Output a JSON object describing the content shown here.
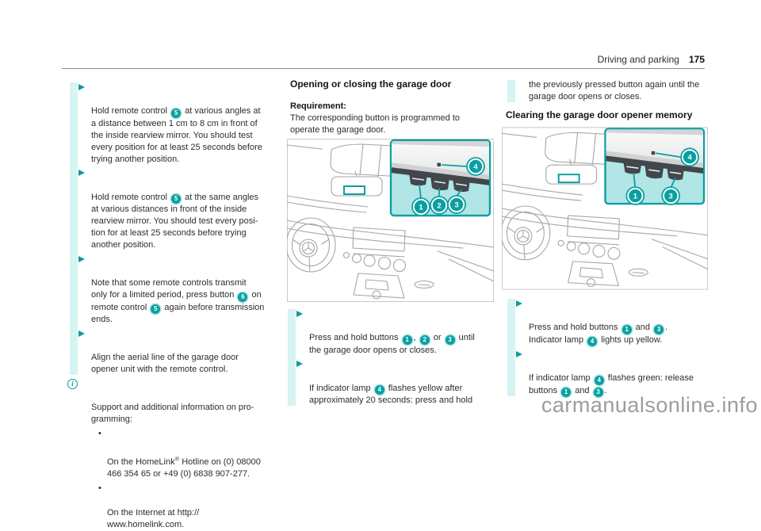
{
  "header": {
    "chapter": "Driving and parking",
    "page": "175"
  },
  "watermark": "carmanualsonline.info",
  "icons": {
    "info": "i",
    "bullet_dot": "•"
  },
  "colors": {
    "accent_teal": "#0a9b9d",
    "teal_light_fill": "#b2e5e5",
    "change_bar": "#d6f4f2",
    "line_art_gray": "#a6a6a6",
    "watermark_gray": "#9d9d9d"
  },
  "left": {
    "bullets": [
      {
        "segments": [
          {
            "t": "Hold remote control "
          },
          {
            "badge": "5"
          },
          {
            "t": " at various angles at\na distance between 1 cm to 8 cm in front of\nthe inside rearview mirror. You should test\nevery position for at least 25 seconds before\ntrying another position."
          }
        ]
      },
      {
        "segments": [
          {
            "t": "Hold remote control "
          },
          {
            "badge": "5"
          },
          {
            "t": " at the same angles\nat various distances in front of the inside\nrearview mirror. You should test every posi-\ntion for at least 25 seconds before trying\nanother position."
          }
        ]
      },
      {
        "segments": [
          {
            "t": "Note that some remote controls transmit\nonly for a limited period, press button "
          },
          {
            "badge": "6"
          },
          {
            "t": " on\nremote control "
          },
          {
            "badge": "5"
          },
          {
            "t": " again before transmission\nends."
          }
        ]
      },
      {
        "segments": [
          {
            "t": "Align the aerial line of the garage door\nopener unit with the remote control."
          }
        ]
      }
    ],
    "note": {
      "segments": [
        {
          "t": "Support and additional information on pro-\ngramming:"
        }
      ]
    },
    "note_items": [
      {
        "segments": [
          {
            "t": "On the HomeLink"
          },
          {
            "sup": "®"
          },
          {
            "t": " Hotline on (0) 08000\n466 354 65 or +49 (0) 6838 907-277."
          }
        ]
      },
      {
        "segments": [
          {
            "t": "On the Internet at http://\nwww.homelink.com."
          }
        ]
      }
    ]
  },
  "middle": {
    "heading": "Opening or closing the garage door",
    "requirement_label": "Requirement:",
    "requirement_text": "The corresponding button is programmed to\noperate the garage door.",
    "bullets": [
      {
        "segments": [
          {
            "t": "Press and hold buttons "
          },
          {
            "badge": "1"
          },
          {
            "t": ", "
          },
          {
            "badge": "2"
          },
          {
            "t": " or "
          },
          {
            "badge": "3"
          },
          {
            "t": " until\nthe garage door opens or closes."
          }
        ]
      },
      {
        "segments": [
          {
            "t": "If indicator lamp "
          },
          {
            "badge": "4"
          },
          {
            "t": " flashes yellow after\napproximately 20 seconds: press and hold"
          }
        ]
      }
    ]
  },
  "right": {
    "continuation": {
      "segments": [
        {
          "t": "the previously pressed button again until the\ngarage door opens or closes."
        }
      ]
    },
    "heading": "Clearing the garage door opener memory",
    "bullets": [
      {
        "segments": [
          {
            "t": "Press and hold buttons "
          },
          {
            "badge": "1"
          },
          {
            "t": " and "
          },
          {
            "badge": "3"
          },
          {
            "t": ".\nIndicator lamp "
          },
          {
            "badge": "4"
          },
          {
            "t": " lights up yellow."
          }
        ]
      },
      {
        "segments": [
          {
            "t": "If indicator lamp "
          },
          {
            "badge": "4"
          },
          {
            "t": " flashes green: release\nbuttons "
          },
          {
            "badge": "1"
          },
          {
            "t": " and "
          },
          {
            "badge": "3"
          },
          {
            "t": "."
          }
        ]
      }
    ]
  },
  "figures": {
    "middle": {
      "callouts": [
        "1",
        "2",
        "3",
        "4"
      ]
    },
    "right": {
      "callouts": [
        "1",
        "3",
        "4"
      ]
    }
  }
}
